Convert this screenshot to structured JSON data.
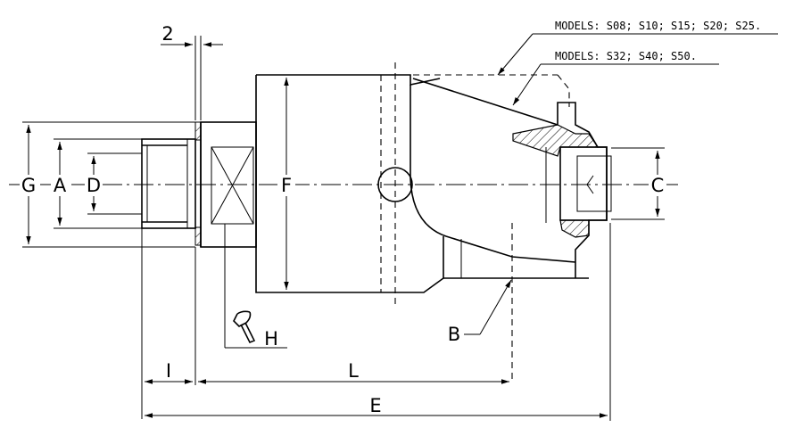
{
  "diagram": {
    "notes": {
      "models_a": "MODELS: S08; S10; S15; S20; S25.",
      "models_b": "MODELS: S32; S40; S50."
    },
    "dimensions": {
      "gap": "2",
      "G": "G",
      "A": "A",
      "D": "D",
      "F": "F",
      "C": "C",
      "B": "B",
      "H": "H",
      "I": "I",
      "L": "L",
      "E": "E"
    },
    "icons": {
      "wrench": "wrench-icon"
    }
  }
}
